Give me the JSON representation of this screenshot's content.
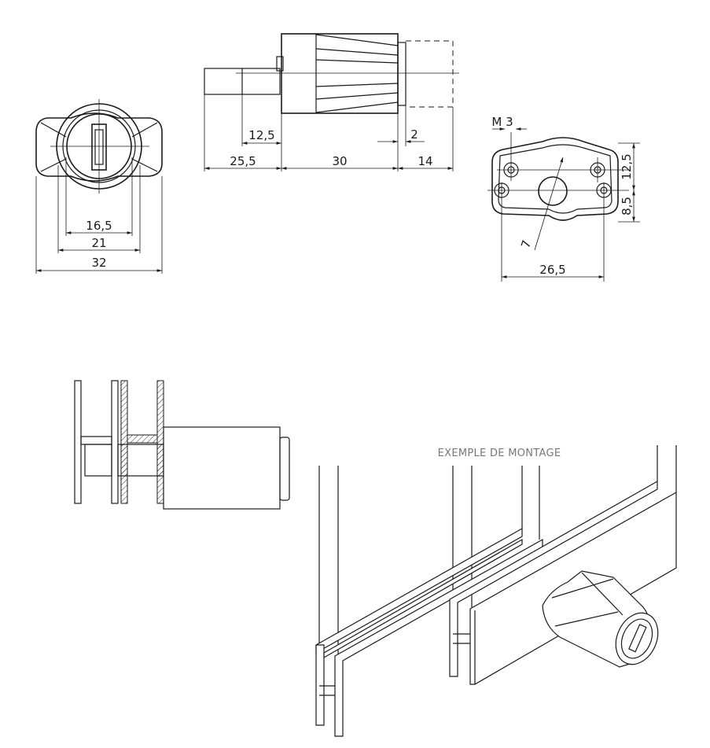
{
  "drawing": {
    "front_view": {
      "dimensions": [
        "16,5",
        "21",
        "32"
      ]
    },
    "side_view": {
      "dimensions": [
        "12,5",
        "2",
        "25,5",
        "30",
        "14"
      ]
    },
    "mount_view": {
      "thread": "M 3",
      "dimensions": [
        "12,5",
        "8,5",
        "7",
        "26,5"
      ]
    },
    "assembly": {
      "caption": "EXEMPLE DE MONTAGE"
    }
  }
}
